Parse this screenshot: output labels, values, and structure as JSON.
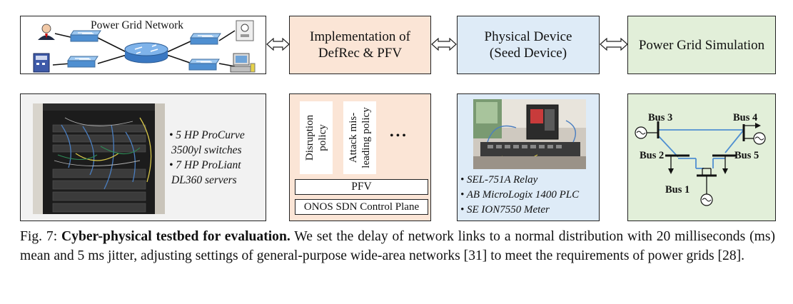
{
  "top": {
    "network_title": "Power Grid Network",
    "impl_line1": "Implementation of",
    "impl_line2": "DefRec & PFV",
    "phys_line1": "Physical Device",
    "phys_line2": "(Seed Device)",
    "sim_label": "Power Grid Simulation"
  },
  "hardware": {
    "bullet1_line1": "• 5 HP ProCurve",
    "bullet1_line2": "3500yl switches",
    "bullet2_line1": "• 7 HP ProLiant",
    "bullet2_line2": "DL360 servers"
  },
  "impl_detail": {
    "policy1_line1": "Disruption",
    "policy1_line2": "policy",
    "policy2_line1": "Attack mis-",
    "policy2_line2": "leading policy",
    "ellipsis": "•••",
    "pfv": "PFV",
    "onos": "ONOS SDN Control Plane"
  },
  "devices": {
    "item1": "• SEL-751A Relay",
    "item2": "• AB MicroLogix 1400 PLC",
    "item3": "• SE ION7550 Meter"
  },
  "grid": {
    "bus3": "Bus 3",
    "bus4": "Bus 4",
    "bus2": "Bus 2",
    "bus5": "Bus 5",
    "bus1": "Bus 1"
  },
  "caption": {
    "prefix": "Fig. 7: ",
    "bold": "Cyber-physical testbed for evaluation.",
    "rest": " We set the delay of network links to a normal distribution with 20 milliseconds (ms) mean and 5 ms jitter, adjusting settings of general-purpose wide-area networks [31] to meet the requirements of power grids [28]."
  },
  "colors": {
    "impl_fill": "#fbe5d6",
    "phys_fill": "#deebf7",
    "sim_fill": "#e2efd9",
    "panel_fill": "#f2f2f2",
    "line_blue": "#4f8fd1"
  }
}
